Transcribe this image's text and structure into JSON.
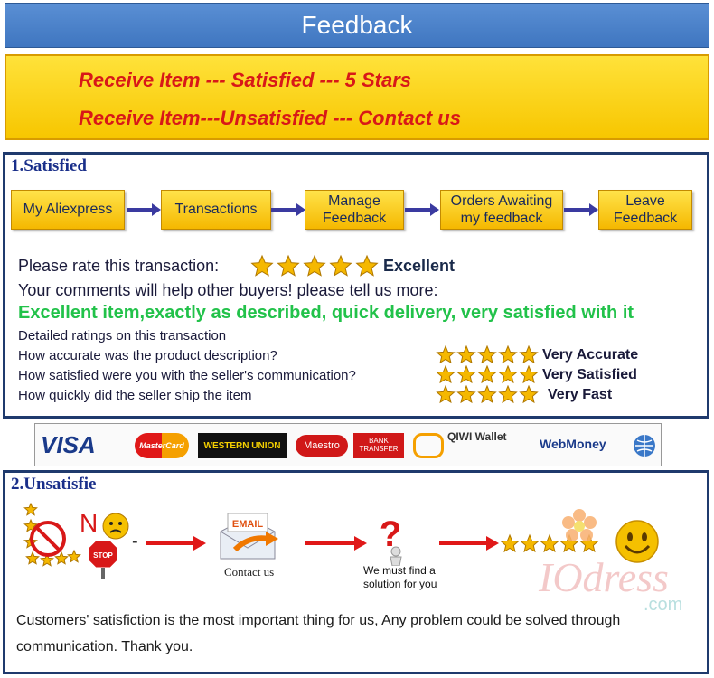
{
  "header": {
    "title": "Feedback"
  },
  "banner": {
    "line1": "Receive  Item --- Satisfied  --- 5 Stars",
    "line2": "Receive  Item---Unsatisfied --- Contact us"
  },
  "satisfied": {
    "title": "1.Satisfied",
    "flow": [
      {
        "label": "My Aliexpress"
      },
      {
        "label": "Transactions"
      },
      {
        "label": "Manage Feedback"
      },
      {
        "label": "Orders Awaiting my feedback"
      },
      {
        "label": "Leave Feedback"
      }
    ],
    "rate_prompt": "Please rate this transaction:",
    "rate_value": "Excellent",
    "comments_prompt": "Your comments will help other buyers! please tell us more:",
    "comment": "Excellent item,exactly as described, quick delivery, very satisfied with it",
    "detailed_title": "Detailed ratings on this transaction",
    "ratings": [
      {
        "question": "How accurate was the product description?",
        "answer": "Very Accurate",
        "stars": 5
      },
      {
        "question": "How satisfied were you with the seller's communication?",
        "answer": "Very Satisfied",
        "stars": 5
      },
      {
        "question": "How quickly did the seller ship the item",
        "answer": "Very Fast",
        "stars": 5
      }
    ]
  },
  "payment_methods": [
    "VISA",
    "MasterCard",
    "WESTERN UNION",
    "Maestro",
    "BANK TRANSFER",
    "QIWI Wallet",
    "WebMoney"
  ],
  "unsatisfied": {
    "title": "2.Unsatisfie",
    "no_label": "N",
    "stop_label": "STOP",
    "email_label": "EMAIL",
    "contact_label": "Contact us",
    "solution_label": "We must find a solution for you",
    "watermark_brand": "IOdress",
    "watermark_domain": ".com",
    "footer_line1": "Customers' satisfiction is the most important thing for us, Any problem could be solved through",
    "footer_line2": "communication. Thank you."
  },
  "colors": {
    "header_blue": "#3f76c0",
    "banner_yellow": "#ffd200",
    "banner_text_red": "#d81818",
    "section_border": "#1f3a6d",
    "comment_green": "#22c24a",
    "arrow_red": "#e01818",
    "arrow_blue": "#3a3aa0"
  }
}
